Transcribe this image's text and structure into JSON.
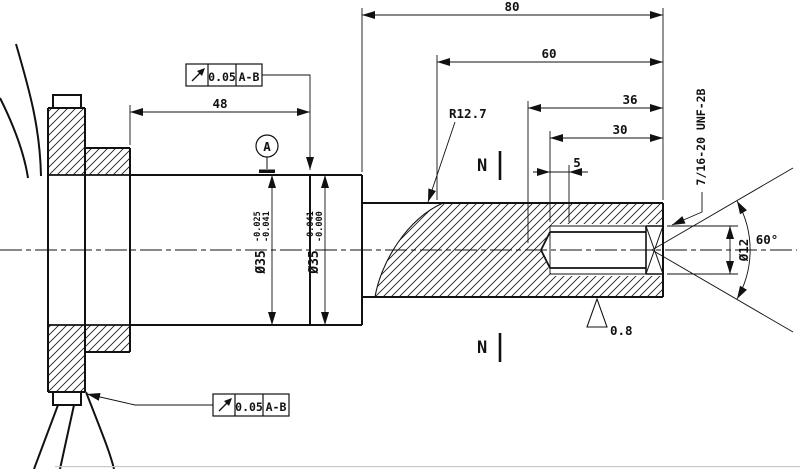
{
  "drawing": {
    "dims": {
      "overall": "80",
      "len60": "60",
      "len36": "36",
      "len30": "30",
      "len5": "5",
      "len48": "48",
      "fillet_radius": "R12.7",
      "chamfer_angle": "60°"
    },
    "surface": {
      "roughness": "0.8"
    },
    "thread": {
      "callout": "7/16-20 UNF-2B"
    },
    "dia35a": {
      "base": "Ø35",
      "upper": "-0.025",
      "lower": "-0.041"
    },
    "dia35b": {
      "base": "Ø35",
      "upper": "-0.041",
      "lower": "-0.000"
    },
    "dia12": {
      "base": "Ø12"
    },
    "datum": {
      "label": "A"
    },
    "tolerances": {
      "top": {
        "value": "0.05",
        "datum": "A-B"
      },
      "bottom": {
        "value": "0.05",
        "datum": "A-B"
      }
    },
    "marks": {
      "top": "N",
      "bottom": "N"
    }
  }
}
